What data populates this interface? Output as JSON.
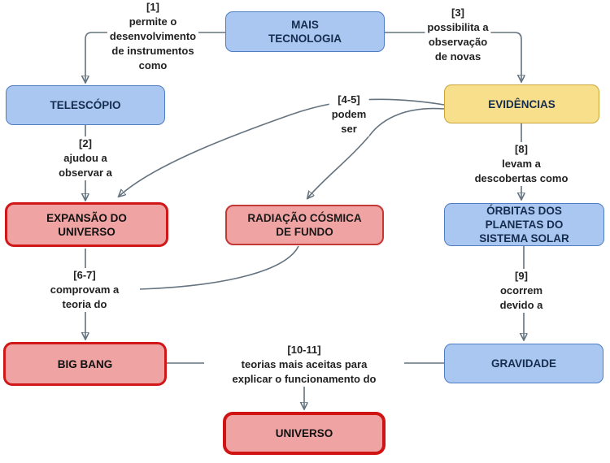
{
  "diagram": {
    "nodes": {
      "mais_tecnologia": {
        "label": "MAIS\nTECNOLOGIA"
      },
      "telescopio": {
        "label": "TELESCÓPIO"
      },
      "evidencias": {
        "label": "EVIDÊNCIAS"
      },
      "expansao_universo": {
        "label": "EXPANSÃO DO\nUNIVERSO"
      },
      "radiacao_cosmica": {
        "label": "RADIAÇÃO CÓSMICA\nDE FUNDO"
      },
      "orbitas_planetas": {
        "label": "ÓRBITAS DOS\nPLANETAS DO\nSISTEMA SOLAR"
      },
      "big_bang": {
        "label": "BIG BANG"
      },
      "gravidade": {
        "label": "GRAVIDADE"
      },
      "universo": {
        "label": "UNIVERSO"
      }
    },
    "edge_labels": {
      "e1": {
        "text": "[1]\npermite o\ndesenvolvimento\nde instrumentos\ncomo"
      },
      "e2": {
        "text": "[2]\najudou a\nobservar a"
      },
      "e3": {
        "text": "[3]\npossibilita a\nobservação\nde novas"
      },
      "e45": {
        "text": "[4-5]\npodem\nser"
      },
      "e67": {
        "text": "[6-7]\ncomprovam a\nteoria do"
      },
      "e8": {
        "text": "[8]\nlevam a\ndescobertas como"
      },
      "e9": {
        "text": "[9]\nocorrem\ndevido a"
      },
      "e1011": {
        "text": "[10-11]\nteorias mais aceitas para\nexplicar o funcionamento do"
      }
    },
    "colors": {
      "blue_fill": "#A9C7F0",
      "blue_border": "#4F7CC2",
      "yellow_fill": "#F8DF8B",
      "yellow_border": "#C9A43B",
      "red_fill": "#F0A3A3",
      "red_border_thick": "#D01818",
      "red_border_thin": "#C43737",
      "connector": "#64737F",
      "arrowhead": "#4E5F6B"
    }
  }
}
